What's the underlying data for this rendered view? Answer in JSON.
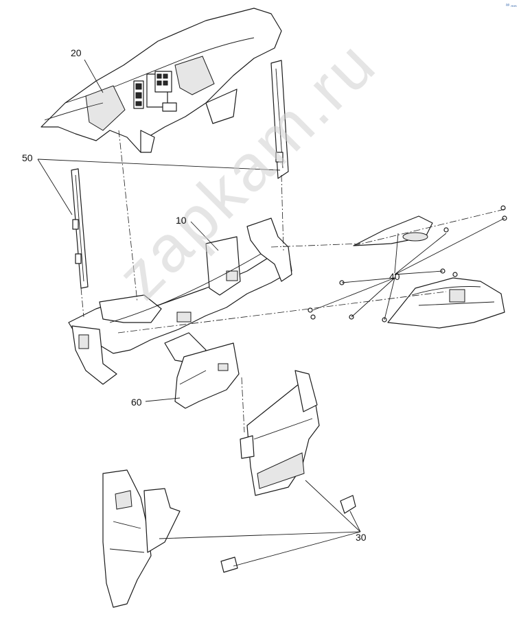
{
  "corner_mark": "ᵃᵒ ₘₘ",
  "watermark": "zapkam.ru",
  "callouts": {
    "c10": "10",
    "c20": "20",
    "c30": "30",
    "c40": "40",
    "c50": "50",
    "c60": "60"
  },
  "colors": {
    "line": "#1a1a1a",
    "watermark": "#d0d0d0"
  }
}
